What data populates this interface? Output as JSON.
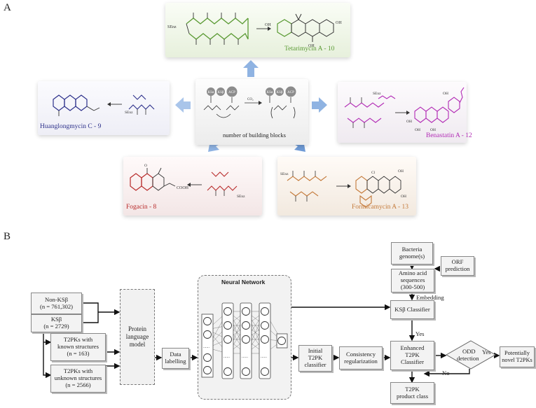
{
  "panel_a": {
    "letter": "A",
    "center": {
      "label": "number of building blocks",
      "ks_alpha": "KSα",
      "ks_beta": "KSβ",
      "acp": "ACP",
      "co2": "CO₂"
    },
    "compounds": [
      {
        "id": "tetarimycin",
        "label": "Tetarimycin A - 10",
        "color": "#5a9a33"
      },
      {
        "id": "huanglongmycin",
        "label": "Huanglongmycin C - 9",
        "color": "#2b2f8a"
      },
      {
        "id": "benastatin",
        "label": "Benastatin A - 12",
        "color": "#b22bb5"
      },
      {
        "id": "fogacin",
        "label": "Fogacin - 8",
        "color": "#b82a2a"
      },
      {
        "id": "formicamycin",
        "label": "Formicamycin A - 13",
        "color": "#c47a3a"
      }
    ],
    "chem_labels": {
      "senz": "SEnz",
      "oh": "OH",
      "o": "O",
      "cl": "Cl",
      "cooh": "COOH"
    }
  },
  "panel_b": {
    "letter": "B",
    "non_ks": "Non-KSβ",
    "non_ks_n": "(n = 761,302)",
    "ks": "KSβ",
    "ks_n": "(n = 2729)",
    "known": [
      "T2PKs with",
      "known structures",
      "(n = 163)"
    ],
    "unknown": [
      "T2PKs with",
      "unknown structures",
      "(n = 2566)"
    ],
    "plm": [
      "Protein",
      "language",
      "model"
    ],
    "labelling": [
      "Data",
      "labelling"
    ],
    "nn_title": "Neural Network",
    "initial": [
      "Initial",
      "T2PK",
      "classifier"
    ],
    "consistency": [
      "Consistency",
      "regularization"
    ],
    "bacteria": [
      "Bacteria",
      "genome(s)"
    ],
    "orf": [
      "ORF",
      "prediction"
    ],
    "amino": [
      "Amino acid",
      "sequences",
      "(300-500)"
    ],
    "embedding": "Embedding",
    "ks_classifier": "KSβ Classifier",
    "yes1": "Yes",
    "enhanced": [
      "Enhanced",
      "T2PK",
      "Classifier"
    ],
    "odd": [
      "ODD",
      "detection"
    ],
    "yes2": "Yes",
    "no": "No",
    "novel": [
      "Potentially",
      "novel T2PKs"
    ],
    "product": [
      "T2PK",
      "product class"
    ]
  }
}
